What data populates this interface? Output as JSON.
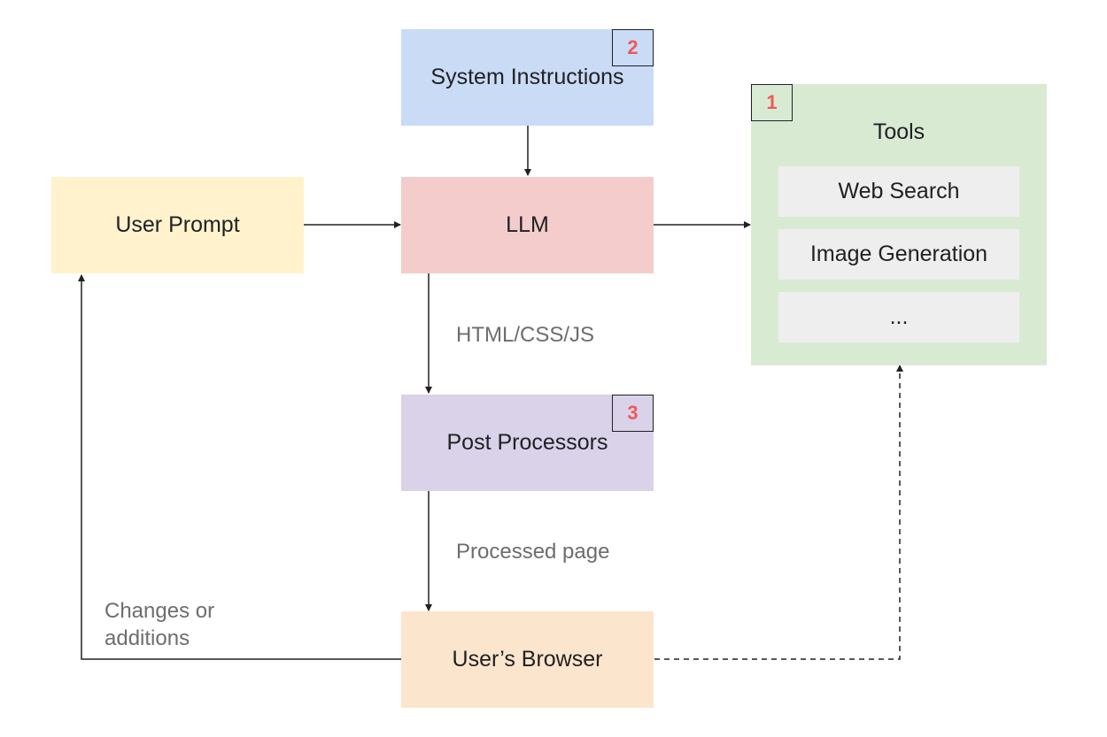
{
  "nodes": {
    "system_instructions": {
      "label": "System Instructions",
      "badge": "2",
      "color": "#cadbf6"
    },
    "user_prompt": {
      "label": "User Prompt",
      "color": "#fff2cc"
    },
    "llm": {
      "label": "LLM",
      "color": "#f4cccc"
    },
    "post_processors": {
      "label": "Post Processors",
      "badge": "3",
      "color": "#d9d2e9"
    },
    "users_browser": {
      "label": "User’s Browser",
      "color": "#fce5cd"
    },
    "tools": {
      "label": "Tools",
      "badge": "1",
      "color": "#d9ead3",
      "items": [
        "Web Search",
        "Image Generation",
        "..."
      ]
    }
  },
  "edges": {
    "llm_to_post": "HTML/CSS/JS",
    "post_to_browser": "Processed page",
    "browser_to_prompt": [
      "Changes or",
      "additions"
    ]
  },
  "colors": {
    "badge_text": "#f0585a",
    "edge_label": "#6d6d6d",
    "tool_item": "#eeeeee"
  }
}
